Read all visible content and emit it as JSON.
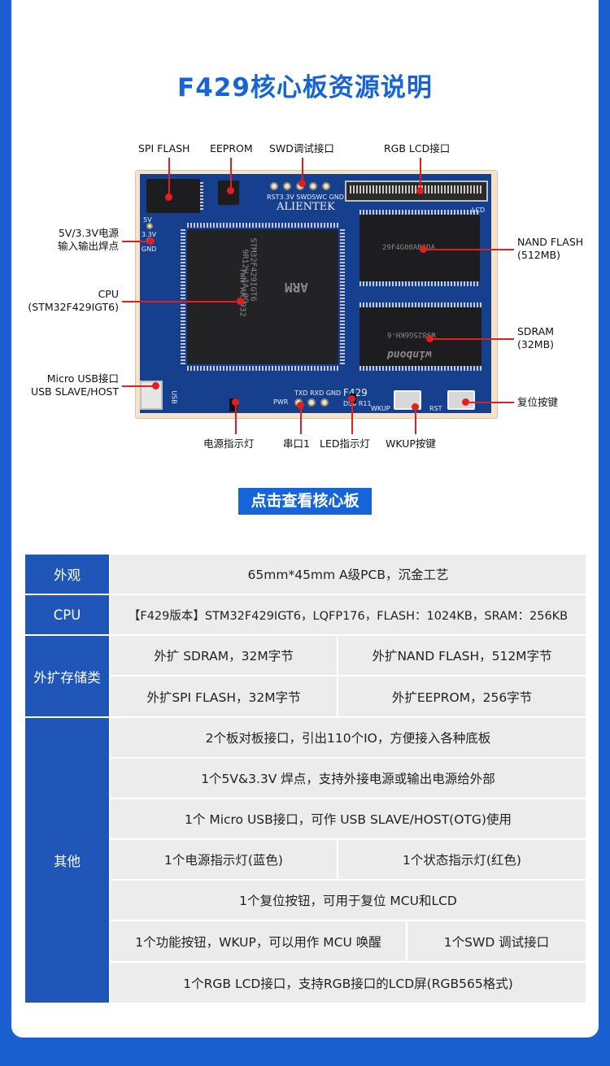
{
  "title": "F429核心板资源说明",
  "callouts": {
    "spi_flash": "SPI FLASH",
    "eeprom": "EEPROM",
    "swd": "SWD调试接口",
    "rgb_lcd": "RGB LCD接口",
    "power_pad_1": "5V/3.3V电源",
    "power_pad_2": "输入输出焊点",
    "cpu_1": "CPU",
    "cpu_2": "(STM32F429IGT6)",
    "micro_usb_1": "Micro USB接口",
    "micro_usb_2": "USB SLAVE/HOST",
    "nand_1": "NAND FLASH",
    "nand_2": "(512MB)",
    "sdram_1": "SDRAM",
    "sdram_2": "(32MB)",
    "reset": "复位按键",
    "power_led": "电源指示灯",
    "uart": "串口1",
    "led": "LED指示灯",
    "wkup": "WKUP按键"
  },
  "board_silk": {
    "brand": "ALIENTEK",
    "model": "F429",
    "swd_pins": "RST3.3V SWDSWC GND",
    "uart_pins": "TXD RXD GND",
    "pwr": "PWR",
    "ds": "DS0 R11",
    "wkup": "WKUP",
    "rst": "RST",
    "usb": "USB",
    "arm": "ARM",
    "mcu_text": "STM32F429IGT6",
    "mcu_text2": "9R12V 1A 9Q",
    "mcu_text3": "TWN AK 932",
    "nand_text": "29F4G08ABADA",
    "sdram_brand": "winbond",
    "sdram_text": "W9825G6KH-6",
    "lcd": "LCD",
    "v5": "5V",
    "v33": "3.3V",
    "gnd": "GND"
  },
  "banner": "点击查看核心板",
  "table": {
    "appearance": {
      "head": "外观",
      "value": "65mm*45mm   A级PCB，沉金工艺"
    },
    "cpu": {
      "head": "CPU",
      "value": "【F429版本】STM32F429IGT6，LQFP176，FLASH：1024KB，SRAM：256KB"
    },
    "storage": {
      "head": "外扩存储类",
      "cells": [
        "外扩 SDRAM，32M字节",
        "外扩NAND FLASH，512M字节",
        "外扩SPI FLASH，32M字节",
        "外扩EEPROM，256字节"
      ]
    },
    "other": {
      "head": "其他",
      "row1": "2个板对板接口，引出110个IO，方便接入各种底板",
      "row2": "1个5V&3.3V 焊点，支持外接电源或输出电源给外部",
      "row3": "1个 Micro USB接口，可作 USB SLAVE/HOST(OTG)使用",
      "row4a": "1个电源指示灯(蓝色)",
      "row4b": "1个状态指示灯(红色)",
      "row5": "1个复位按钮，可用于复位 MCU和LCD",
      "row6a": "1个功能按钮，WKUP，可以用作 MCU 唤醒",
      "row6b": "1个SWD 调试接口",
      "row7": "1个RGB LCD接口，支持RGB接口的LCD屏(RGB565格式)"
    }
  },
  "colors": {
    "accent": "#1565d8",
    "header_cell": "#1f56b8",
    "callout_line": "#e0201f",
    "pcb": "#163f8e"
  }
}
